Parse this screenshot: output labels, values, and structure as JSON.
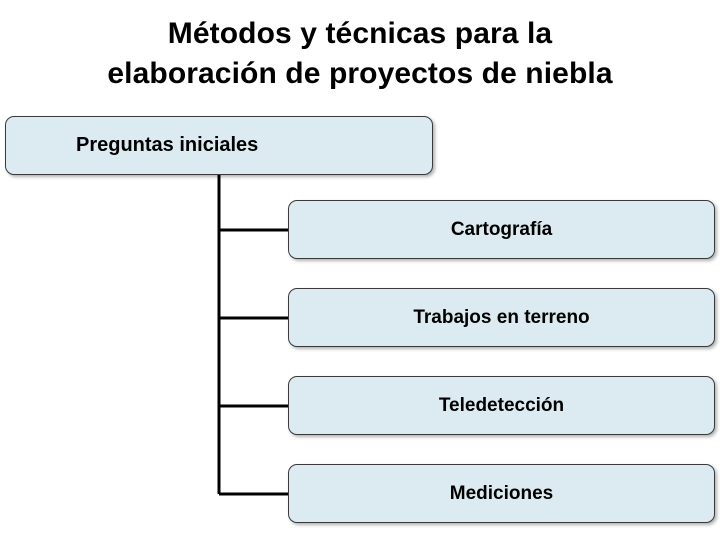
{
  "slide": {
    "title_line1": "Métodos y técnicas para la",
    "title_line2": "elaboración de proyectos de niebla",
    "colors": {
      "box_fill": "#dcebf1",
      "box_border": "#3a3a3a",
      "text": "#000000",
      "background": "#ffffff",
      "connector": "#000000"
    }
  },
  "diagram": {
    "root": {
      "label": "Preguntas iniciales"
    },
    "children": [
      {
        "label": "Cartografía"
      },
      {
        "label": "Trabajos en terreno"
      },
      {
        "label": "Teledetección"
      },
      {
        "label": "Mediciones"
      }
    ]
  }
}
